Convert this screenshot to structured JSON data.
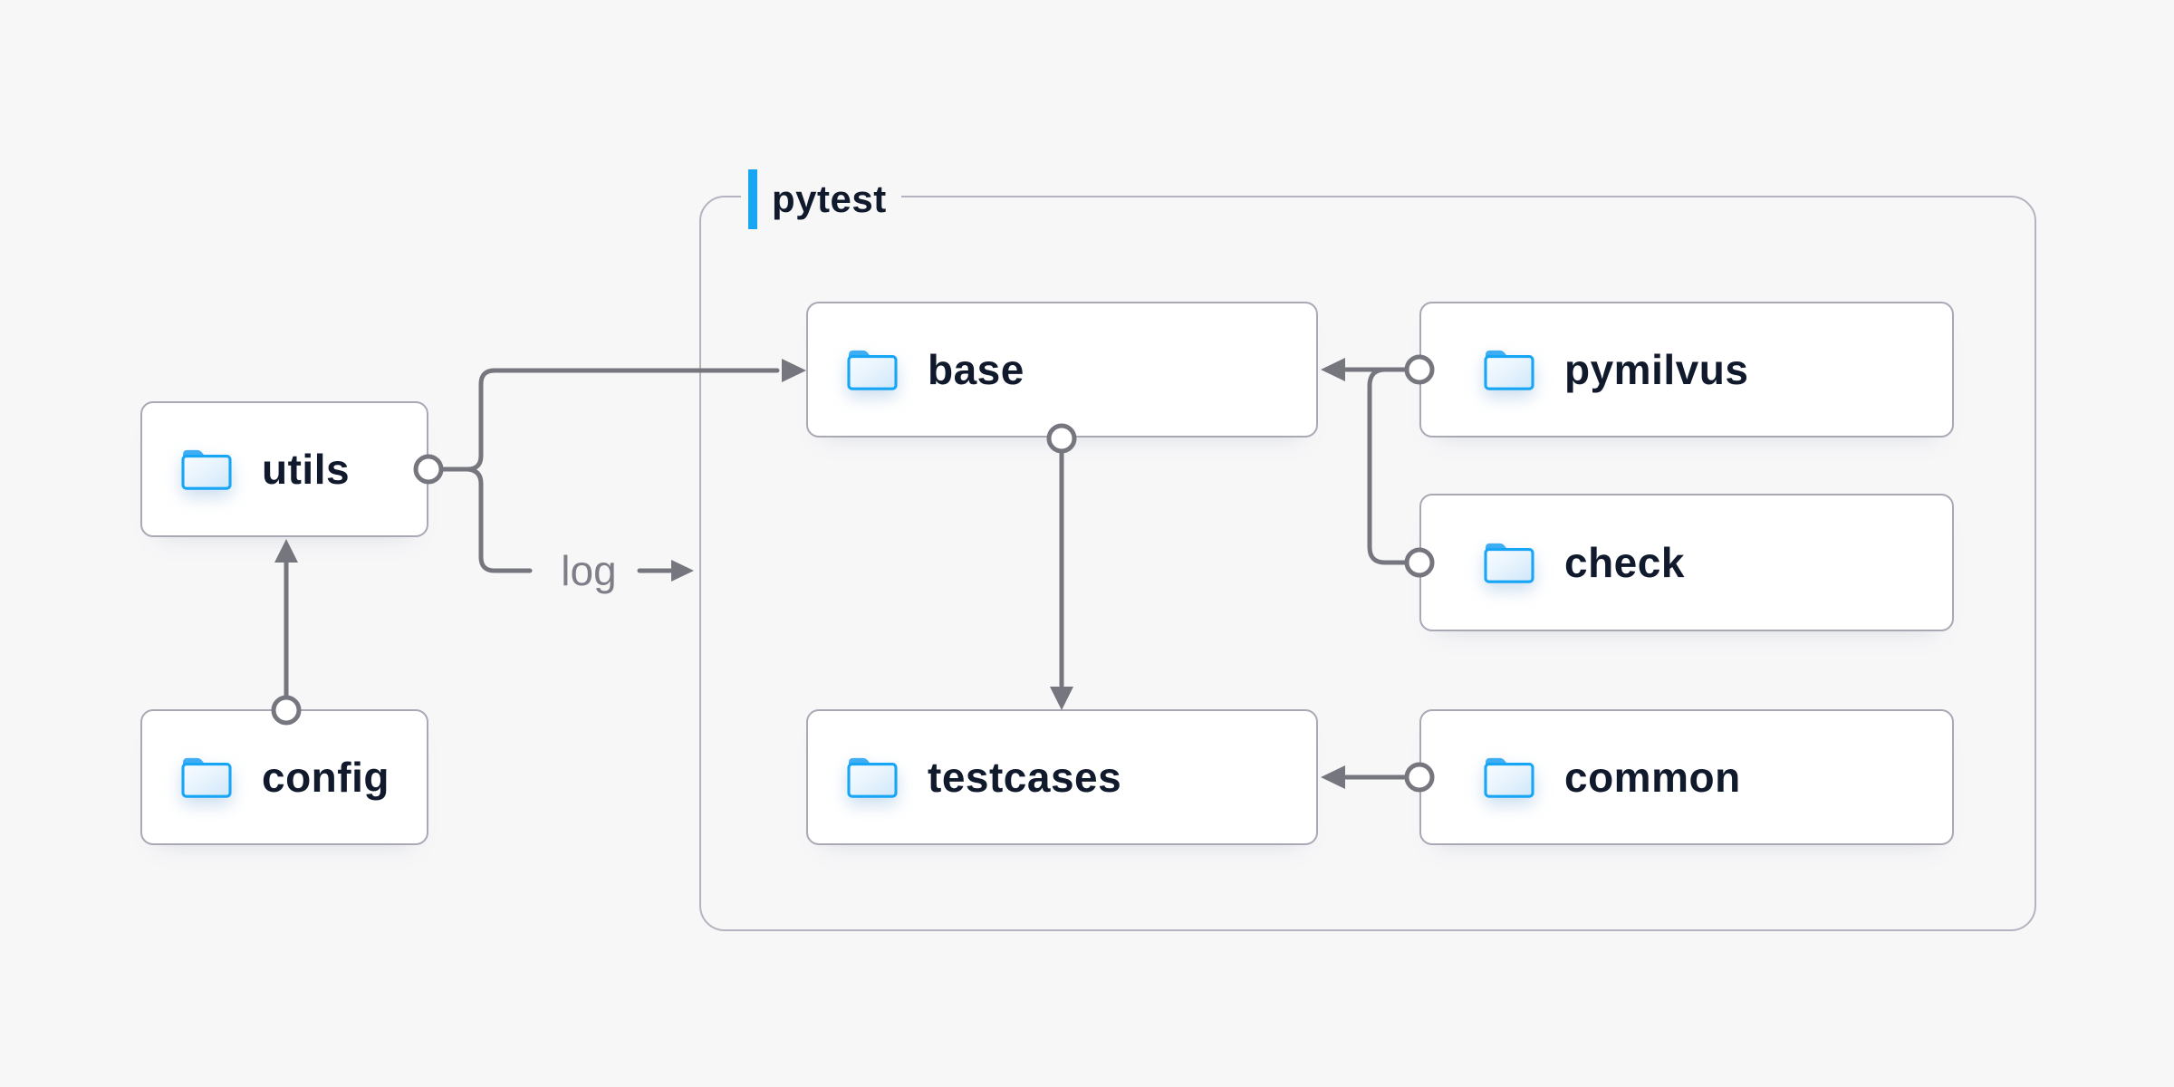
{
  "diagram": {
    "background_color": "#f7f7f8",
    "container": {
      "label": "pytest",
      "accent_color": "#19a7f3",
      "border_color": "#b4b4c0"
    },
    "nodes": [
      {
        "id": "utils",
        "label": "utils",
        "icon": "folder-icon"
      },
      {
        "id": "config",
        "label": "config",
        "icon": "folder-icon"
      },
      {
        "id": "base",
        "label": "base",
        "icon": "folder-icon"
      },
      {
        "id": "pymilvus",
        "label": "pymilvus",
        "icon": "folder-icon"
      },
      {
        "id": "check",
        "label": "check",
        "icon": "folder-icon"
      },
      {
        "id": "testcases",
        "label": "testcases",
        "icon": "folder-icon"
      },
      {
        "id": "common",
        "label": "common",
        "icon": "folder-icon"
      }
    ],
    "edges": [
      {
        "from": "config",
        "to": "utils",
        "label": ""
      },
      {
        "from": "utils",
        "to": "base",
        "label": ""
      },
      {
        "from": "utils",
        "to": "pytest-container",
        "label": "log"
      },
      {
        "from": "pymilvus",
        "to": "base",
        "label": ""
      },
      {
        "from": "check",
        "to": "base",
        "label": ""
      },
      {
        "from": "base",
        "to": "testcases",
        "label": ""
      },
      {
        "from": "common",
        "to": "testcases",
        "label": ""
      }
    ],
    "colors": {
      "node_background": "#ffffff",
      "node_border": "#a9a9b5",
      "node_text": "#101a2c",
      "connector": "#76767f",
      "edge_label_text": "#7e7e88",
      "folder_border_blue": "#17a5f5",
      "folder_tab_blue": "#3eadf3"
    }
  }
}
